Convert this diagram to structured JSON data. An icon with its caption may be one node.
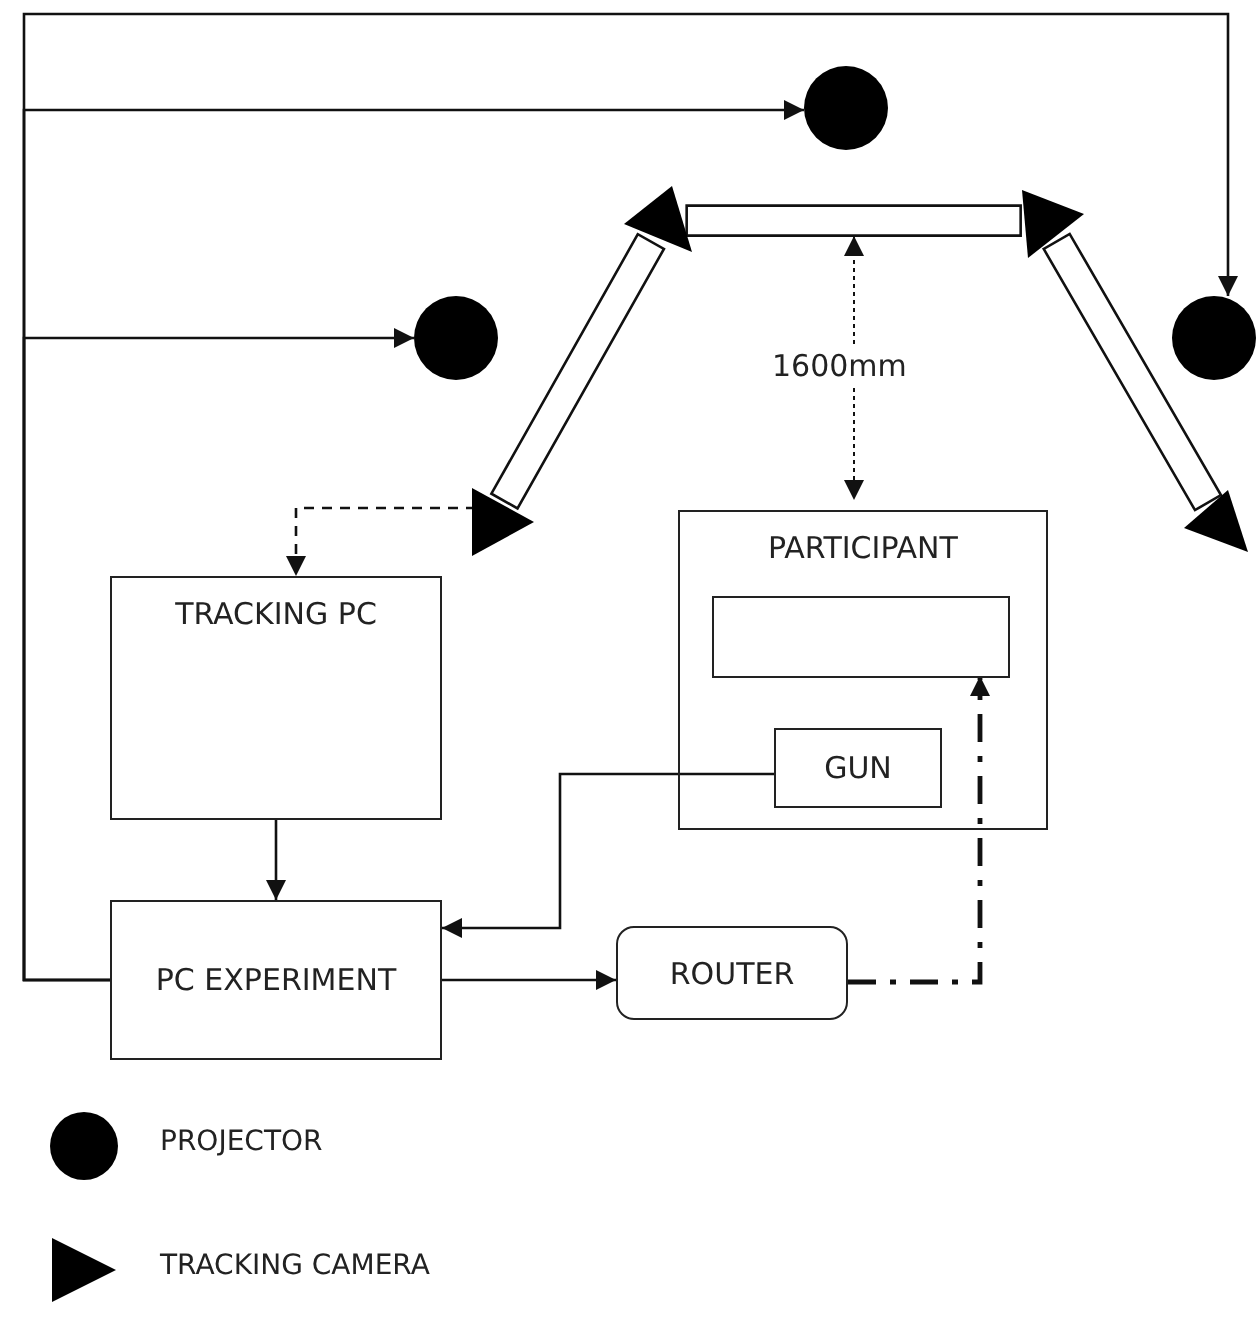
{
  "diagram": {
    "nodes": [
      {
        "text": [],
        "shape": "circle"
      },
      {
        "text": [],
        "shape": "circle"
      },
      {
        "text": [],
        "shape": "circle"
      },
      {
        "text": [],
        "shape": "triangle"
      },
      {
        "text": [],
        "shape": "triangle"
      },
      {
        "text": [],
        "shape": "triangle"
      },
      {
        "text": [],
        "shape": "triangle"
      },
      {
        "text": [
          "TRACKING PC"
        ]
      },
      {
        "text": [
          "PC EXPERIMENT"
        ]
      },
      {
        "text": [
          "PARTICIPANT"
        ]
      },
      {
        "text": [],
        "shape": "box",
        "in": 9
      },
      {
        "text": [
          "GUN"
        ],
        "in": 9
      },
      {
        "text": [
          "ROUTER"
        ]
      }
    ],
    "edges": [
      {
        "from": 8,
        "to": 0,
        "arrow": "to"
      },
      {
        "from": 8,
        "to": 1,
        "arrow": "to"
      },
      {
        "from": 8,
        "to": 2,
        "arrow": "to"
      },
      {
        "from": 3,
        "to": 4,
        "arrow": "none"
      },
      {
        "from": 3,
        "to": 5,
        "arrow": "none"
      },
      {
        "from": 4,
        "to": 6,
        "arrow": "none"
      },
      {
        "from": 5,
        "to": 7,
        "arrow": "to",
        "style": "dashed"
      },
      {
        "from": 7,
        "to": 8,
        "arrow": "to"
      },
      {
        "from": 11,
        "to": 8,
        "arrow": "to"
      },
      {
        "from": 8,
        "to": 12,
        "arrow": "to"
      },
      {
        "from": 12,
        "to": 10,
        "arrow": "to",
        "style": "dashed"
      }
    ],
    "labels": [
      "1600mm"
    ],
    "legend": [
      {
        "text": "PROJECTOR"
      },
      {
        "text": "TRACKING CAMERA"
      }
    ]
  }
}
